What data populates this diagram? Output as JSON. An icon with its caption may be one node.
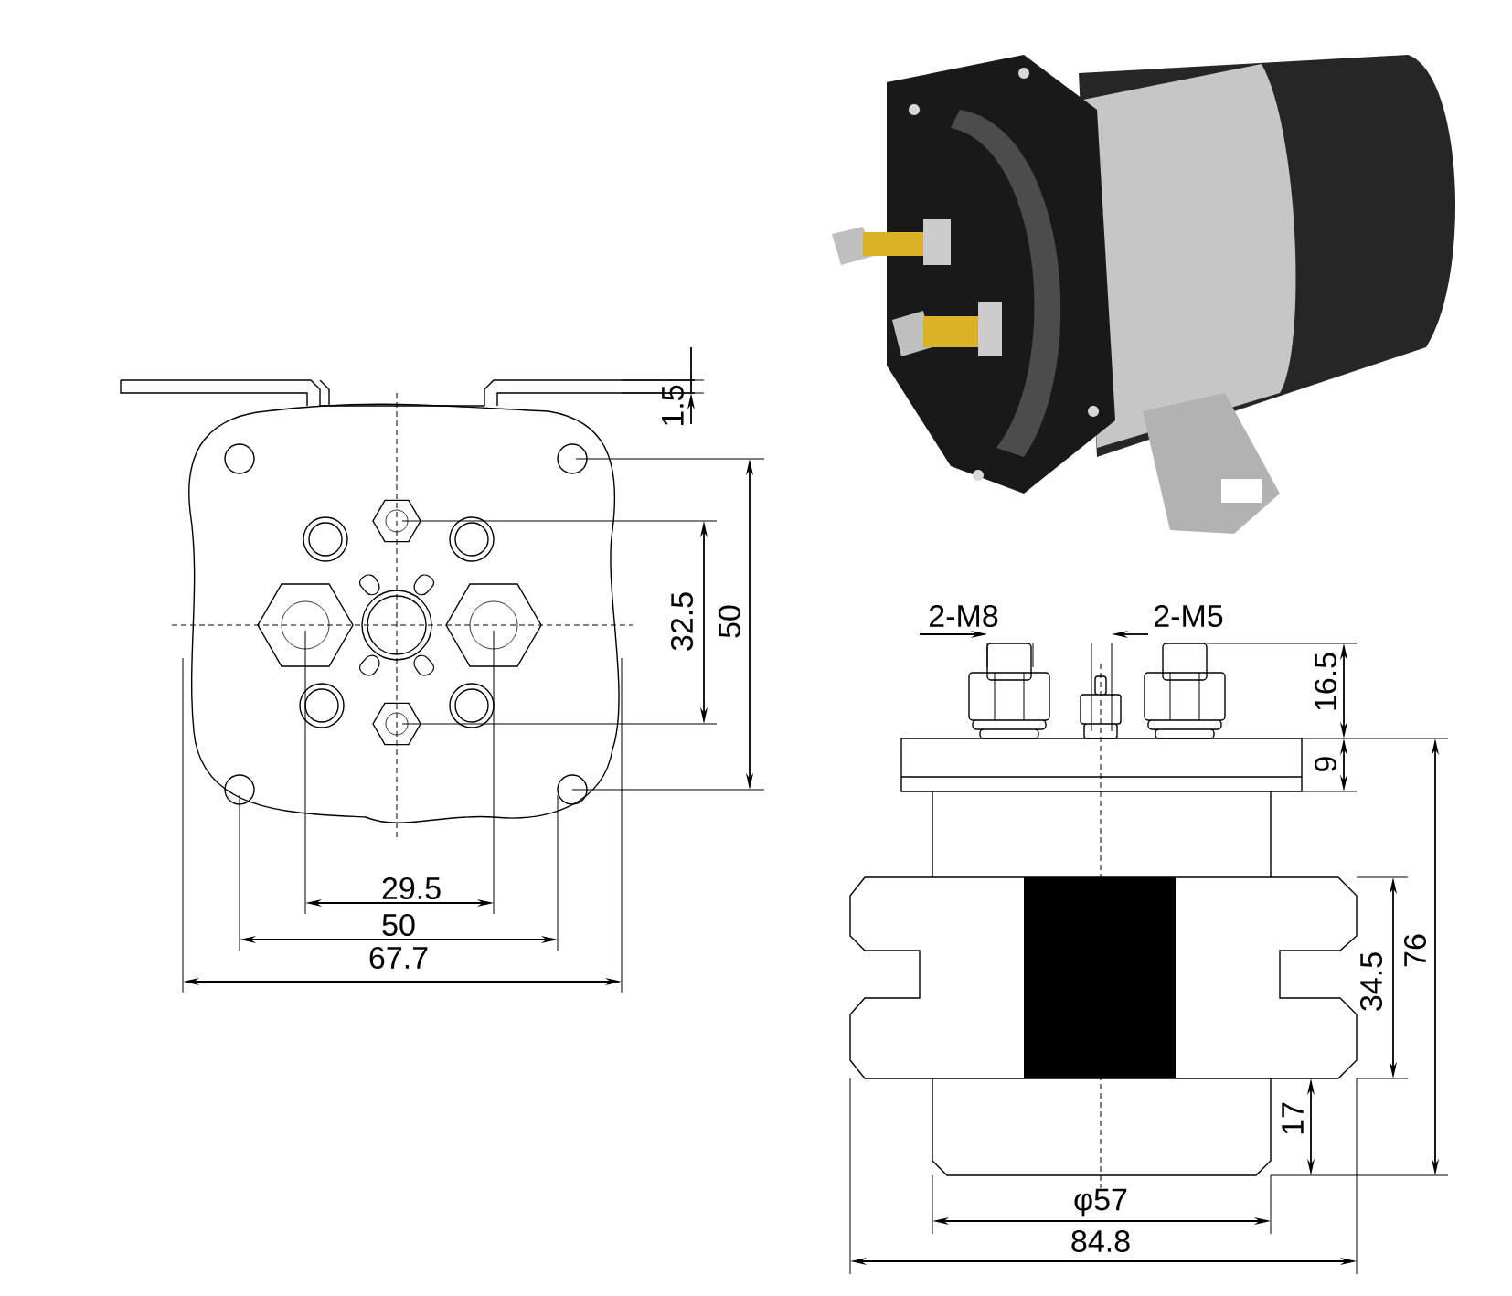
{
  "diagram": {
    "labels": [
      "1.5",
      "32.5",
      "50",
      "29.5",
      "50",
      "67.7",
      "2-M8",
      "2-M5",
      "16.5",
      "9",
      "76",
      "34.5",
      "17",
      "φ57",
      "84.8"
    ]
  }
}
